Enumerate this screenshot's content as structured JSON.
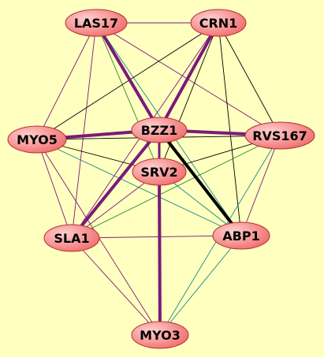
{
  "nodes": [
    {
      "id": "LAS17",
      "label": "LAS17"
    },
    {
      "id": "CRN1",
      "label": "CRN1"
    },
    {
      "id": "MYO5",
      "label": "MYO5"
    },
    {
      "id": "BZZ1",
      "label": "BZZ1"
    },
    {
      "id": "RVS167",
      "label": "RVS167"
    },
    {
      "id": "SRV2",
      "label": "SRV2"
    },
    {
      "id": "SLA1",
      "label": "SLA1"
    },
    {
      "id": "ABP1",
      "label": "ABP1"
    },
    {
      "id": "MYO3",
      "label": "MYO3"
    }
  ],
  "edge_colors": {
    "purple": "#7a1a7a",
    "black": "#000000",
    "teal": "#1a8a8a",
    "green": "#2a8a2a"
  },
  "node_colors": {
    "fill_light": "#ffd0d0",
    "fill_dark": "#f06a6a",
    "stroke": "#b03030",
    "background": "#ffffc0"
  },
  "edges": [
    {
      "source": "LAS17",
      "target": "CRN1",
      "color": "purple",
      "weight": 1
    },
    {
      "source": "LAS17",
      "target": "MYO5",
      "color": "purple",
      "weight": 1
    },
    {
      "source": "LAS17",
      "target": "BZZ1",
      "color": "purple",
      "weight": 4
    },
    {
      "source": "LAS17",
      "target": "RVS167",
      "color": "purple",
      "weight": 1
    },
    {
      "source": "LAS17",
      "target": "SLA1",
      "color": "purple",
      "weight": 1
    },
    {
      "source": "LAS17",
      "target": "ABP1",
      "color": "teal",
      "weight": 1
    },
    {
      "source": "LAS17",
      "target": "SRV2",
      "color": "green",
      "weight": 1
    },
    {
      "source": "CRN1",
      "target": "MYO5",
      "color": "black",
      "weight": 1
    },
    {
      "source": "CRN1",
      "target": "BZZ1",
      "color": "purple",
      "weight": 4
    },
    {
      "source": "CRN1",
      "target": "SRV2",
      "color": "black",
      "weight": 1
    },
    {
      "source": "CRN1",
      "target": "SLA1",
      "color": "purple",
      "weight": 1
    },
    {
      "source": "CRN1",
      "target": "ABP1",
      "color": "black",
      "weight": 1
    },
    {
      "source": "CRN1",
      "target": "RVS167",
      "color": "black",
      "weight": 1
    },
    {
      "source": "MYO5",
      "target": "BZZ1",
      "color": "purple",
      "weight": 4
    },
    {
      "source": "MYO5",
      "target": "RVS167",
      "color": "black",
      "weight": 1
    },
    {
      "source": "MYO5",
      "target": "SRV2",
      "color": "black",
      "weight": 1
    },
    {
      "source": "MYO5",
      "target": "SLA1",
      "color": "purple",
      "weight": 1
    },
    {
      "source": "MYO5",
      "target": "ABP1",
      "color": "teal",
      "weight": 1
    },
    {
      "source": "MYO5",
      "target": "MYO3",
      "color": "purple",
      "weight": 1
    },
    {
      "source": "BZZ1",
      "target": "RVS167",
      "color": "purple",
      "weight": 4
    },
    {
      "source": "BZZ1",
      "target": "SRV2",
      "color": "purple",
      "weight": 3
    },
    {
      "source": "BZZ1",
      "target": "SLA1",
      "color": "purple",
      "weight": 4
    },
    {
      "source": "BZZ1",
      "target": "ABP1",
      "color": "black",
      "weight": 4
    },
    {
      "source": "RVS167",
      "target": "SRV2",
      "color": "black",
      "weight": 1
    },
    {
      "source": "RVS167",
      "target": "SLA1",
      "color": "green",
      "weight": 1
    },
    {
      "source": "RVS167",
      "target": "ABP1",
      "color": "purple",
      "weight": 1
    },
    {
      "source": "RVS167",
      "target": "MYO3",
      "color": "teal",
      "weight": 1
    },
    {
      "source": "SRV2",
      "target": "SLA1",
      "color": "purple",
      "weight": 1
    },
    {
      "source": "SRV2",
      "target": "ABP1",
      "color": "teal",
      "weight": 1
    },
    {
      "source": "SRV2",
      "target": "MYO3",
      "color": "purple",
      "weight": 4
    },
    {
      "source": "SLA1",
      "target": "ABP1",
      "color": "purple",
      "weight": 1
    },
    {
      "source": "SLA1",
      "target": "MYO3",
      "color": "purple",
      "weight": 1
    },
    {
      "source": "ABP1",
      "target": "MYO3",
      "color": "teal",
      "weight": 1
    }
  ]
}
